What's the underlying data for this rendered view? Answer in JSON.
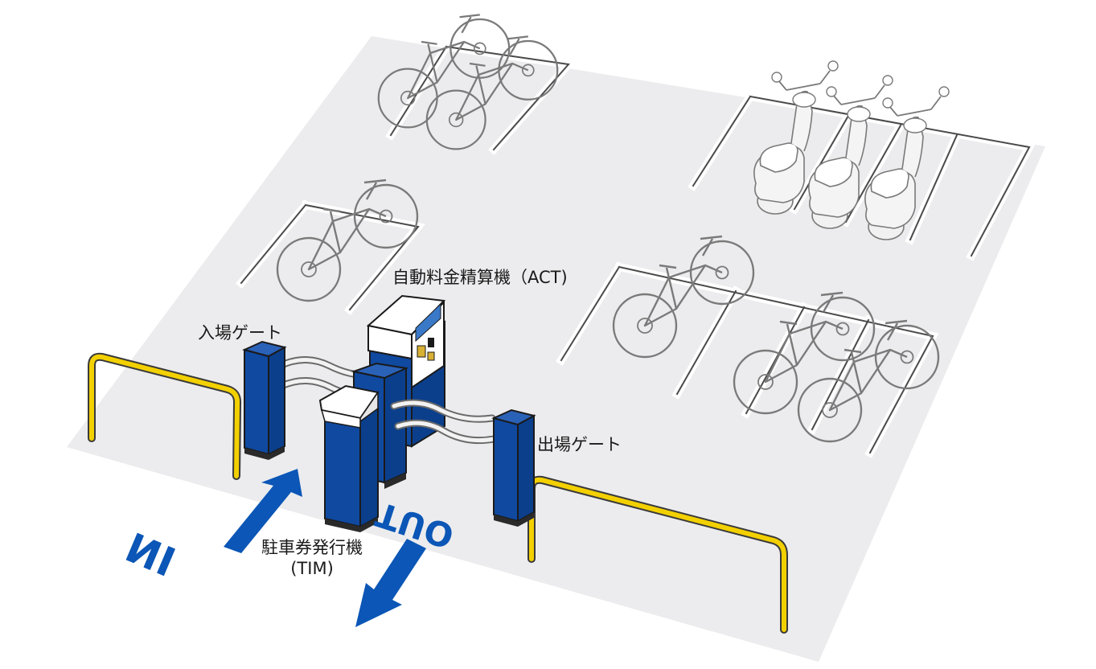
{
  "labels": {
    "act": "自動料金精算機（ACT)",
    "entry_gate": "入場ゲート",
    "exit_gate": "出場ゲート",
    "tim_line1": "駐車券発行機",
    "tim_line2": "(TIM)"
  },
  "arrows": {
    "in_text": "IN",
    "out_text": "OUT"
  },
  "colors": {
    "floor": "#ececee",
    "machine_blue": "#1049a0",
    "arrow_blue": "#0b56b6",
    "guard_rail_yellow": "#f3d000",
    "stall_line": "#ffffff"
  }
}
